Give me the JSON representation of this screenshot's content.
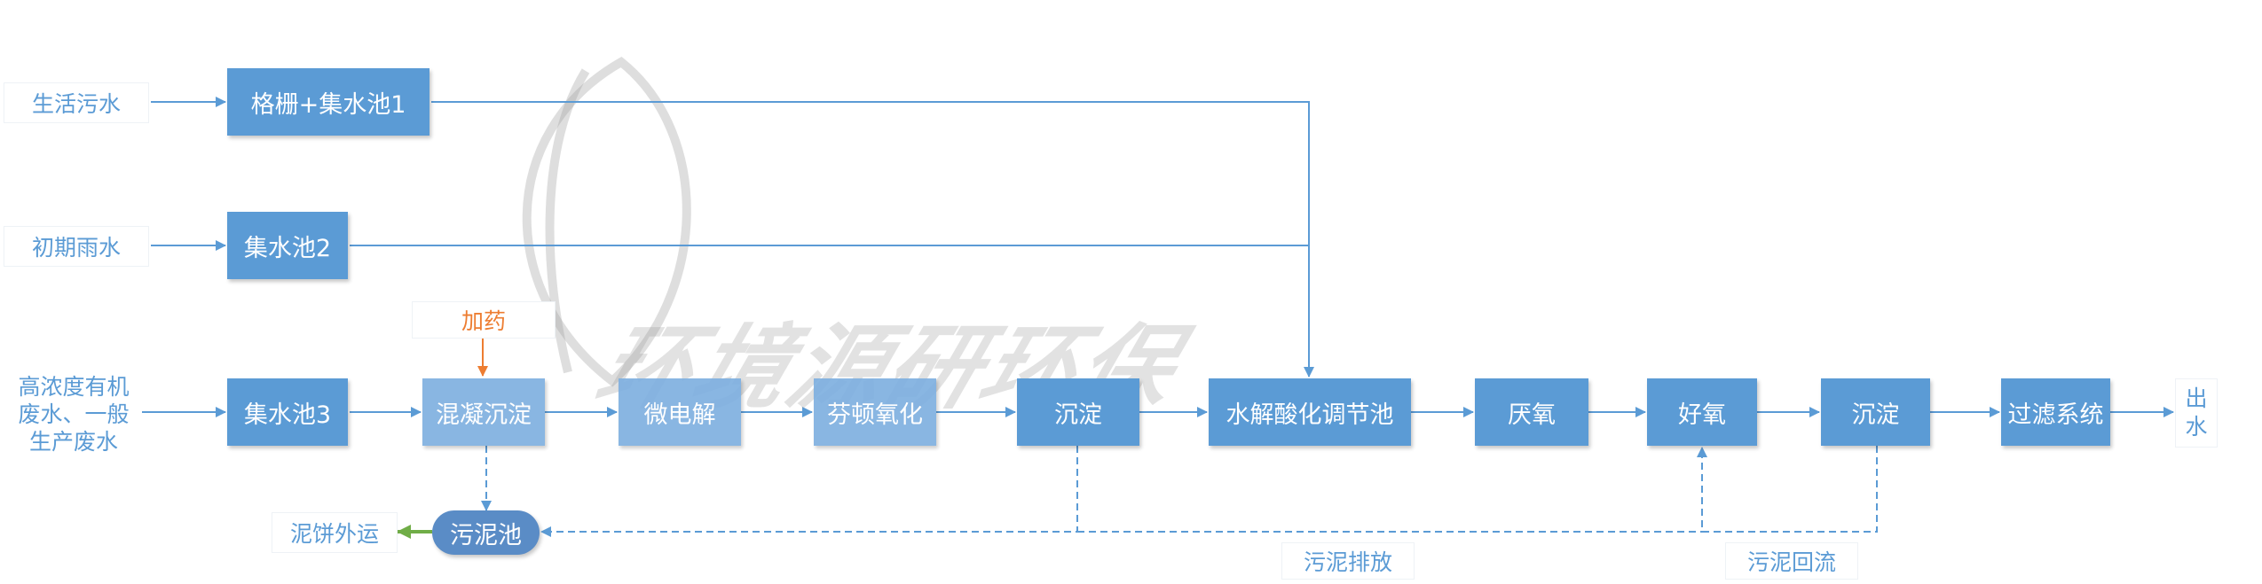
{
  "sources": {
    "domestic": "生活污水",
    "rain": "初期雨水",
    "industrial": [
      "高浓度有机",
      "废水、一般",
      "生产废水"
    ]
  },
  "units": {
    "grid_tank1": "格栅+集水池1",
    "tank2": "集水池2",
    "tank3": "集水池3",
    "coag": "混凝沉淀",
    "micro": "微电解",
    "fenton": "芬顿氧化",
    "settle1": "沉淀",
    "hydro": "水解酸化调节池",
    "anaerobic": "厌氧",
    "aerobic": "好氧",
    "settle2": "沉淀",
    "filter": "过滤系统"
  },
  "outlet": [
    "出",
    "水"
  ],
  "dosing": "加药",
  "sludge_tank": "污泥池",
  "sludge_cake": "泥饼外运",
  "sludge_discharge": "污泥排放",
  "sludge_return": "污泥回流",
  "watermark_text": "环境源研环保",
  "colors": {
    "box": "#5b9bd5",
    "line": "#5b9bd5",
    "text": "#5b9bd5",
    "dosing": "#ed7d31",
    "cake_arrow": "#70ad47"
  }
}
